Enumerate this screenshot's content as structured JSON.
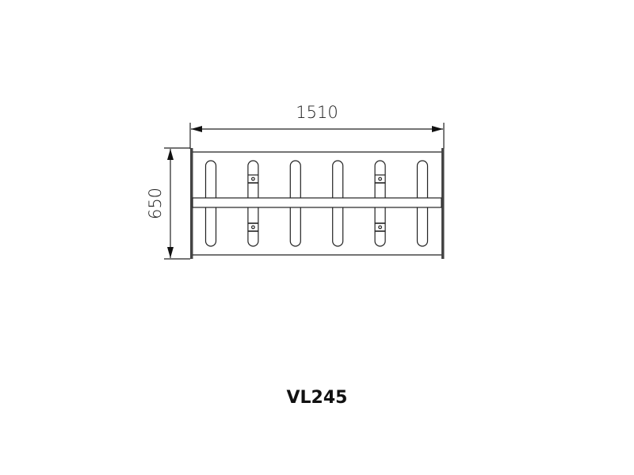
{
  "drawing": {
    "width_dimension": "1510",
    "height_dimension": "650",
    "model_code": "VL245",
    "slot_count": 6,
    "slots_with_brackets": [
      2,
      5
    ],
    "line_color": "#222222"
  }
}
